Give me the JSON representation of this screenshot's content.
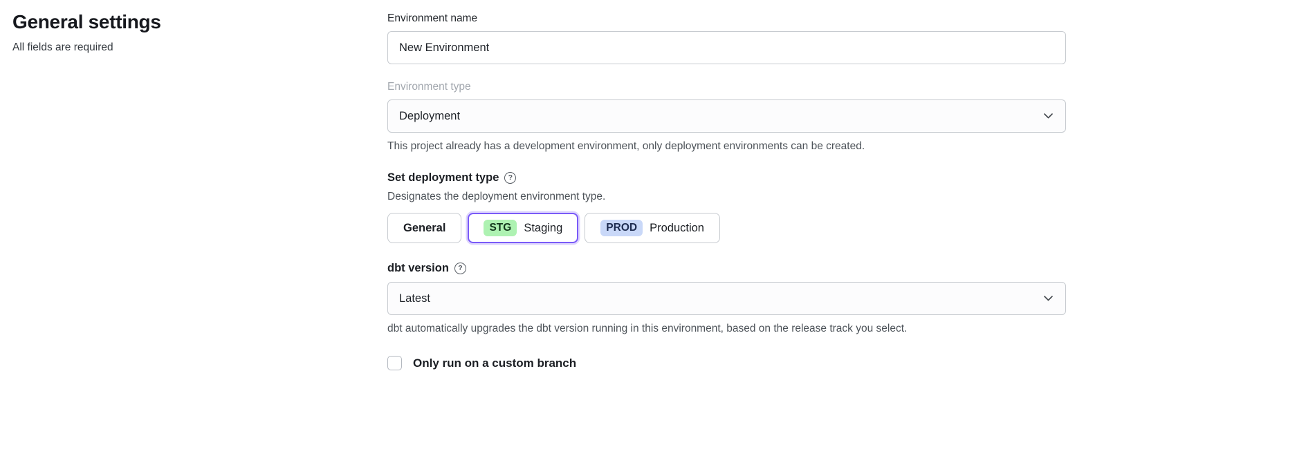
{
  "page": {
    "title": "General settings",
    "subtitle": "All fields are required"
  },
  "form": {
    "environment_name": {
      "label": "Environment name",
      "value": "New Environment"
    },
    "environment_type": {
      "label": "Environment type",
      "selected_value": "Deployment",
      "disabled": true,
      "help_text": "This project already has a development environment, only deployment environments can be created."
    },
    "deployment_type": {
      "label": "Set deployment type",
      "help_icon": "question-mark",
      "description": "Designates the deployment environment type.",
      "options": [
        {
          "badge": "",
          "label": "General",
          "selected": false
        },
        {
          "badge": "STG",
          "label": "Staging",
          "selected": true,
          "badge_color": "#aef2b2"
        },
        {
          "badge": "PROD",
          "label": "Production",
          "selected": false,
          "badge_color": "#c9d8f8"
        }
      ]
    },
    "dbt_version": {
      "label": "dbt version",
      "help_icon": "question-mark",
      "selected_value": "Latest",
      "help_text": "dbt automatically upgrades the dbt version running in this environment, based on the release track you select."
    },
    "custom_branch": {
      "label": "Only run on a custom branch",
      "checked": false
    }
  },
  "colors": {
    "accent": "#7a5af8",
    "selected_ring": "rgba(122,90,248,0.25)",
    "stg_badge": "#aef2b2",
    "prod_badge": "#c9d8f8"
  }
}
